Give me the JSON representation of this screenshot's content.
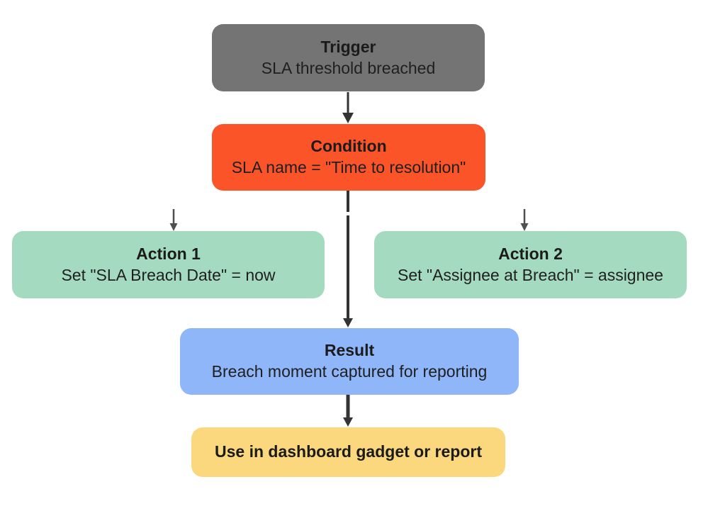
{
  "diagram": {
    "background": "#ffffff",
    "connector_color": "#333333",
    "side_connector_color": "#4f4f4f",
    "nodes": {
      "trigger": {
        "title": "Trigger",
        "subtitle": "SLA threshold breached",
        "fill": "#747474"
      },
      "condition": {
        "title": "Condition",
        "subtitle": "SLA name = \"Time to resolution\"",
        "fill": "#FB5429"
      },
      "action1": {
        "title": "Action 1",
        "subtitle": "Set \"SLA Breach Date\" = now",
        "fill": "#A4DBC0"
      },
      "action2": {
        "title": "Action 2",
        "subtitle": "Set \"Assignee at Breach\" = assignee",
        "fill": "#A4DBC0"
      },
      "result": {
        "title": "Result",
        "subtitle": "Breach moment captured for reporting",
        "fill": "#8FB6F9"
      },
      "final": {
        "title": "Use in dashboard gadget or report",
        "fill": "#FBD87D"
      }
    },
    "edges": [
      {
        "from": "trigger",
        "to": "condition"
      },
      {
        "from": "condition",
        "to": "action1"
      },
      {
        "from": "condition",
        "to": "action2"
      },
      {
        "from": "condition",
        "to": "result"
      },
      {
        "from": "result",
        "to": "final"
      }
    ]
  }
}
